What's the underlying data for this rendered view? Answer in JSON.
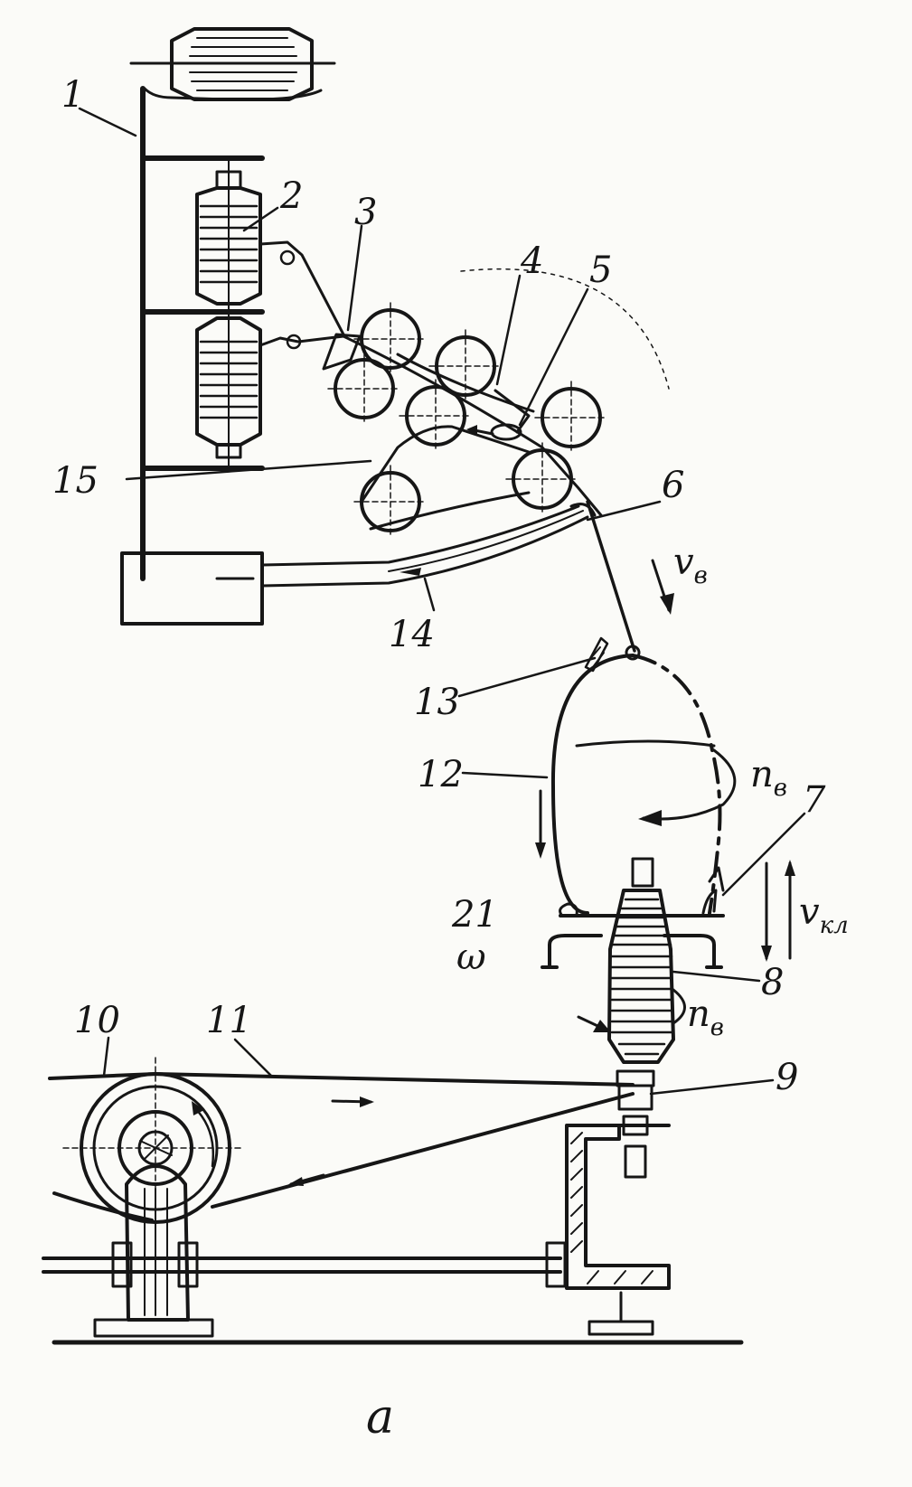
{
  "figure": {
    "caption": "а",
    "colors": {
      "ink": "#161616",
      "paper": "#fbfbf8"
    },
    "part_numbers": [
      "1",
      "2",
      "3",
      "4",
      "5",
      "6",
      "7",
      "8",
      "9",
      "10",
      "11",
      "12",
      "13",
      "14",
      "15"
    ],
    "symbols": {
      "v_b": {
        "main": "v",
        "sub": "в"
      },
      "n_b_upper": {
        "main": "n",
        "sub": "в"
      },
      "v_kp": {
        "main": "v",
        "sub": "кл"
      },
      "n_b_lower": {
        "main": "n",
        "sub": "в"
      }
    },
    "extra_marks": [
      "21",
      "ω"
    ]
  }
}
